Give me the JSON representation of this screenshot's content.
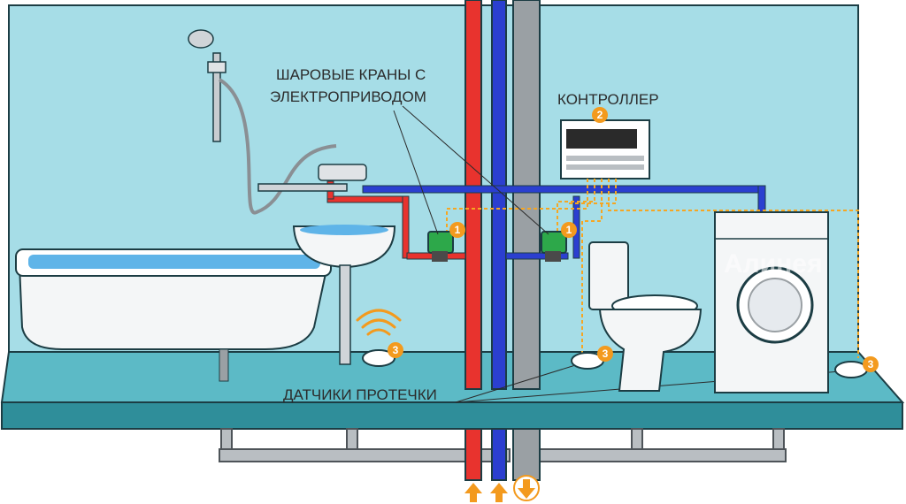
{
  "labels": {
    "valves": "ШАРОВЫЕ КРАНЫ С",
    "valves_line2": "ЭЛЕКТРОПРИВОДОМ",
    "controller": "КОНТРОЛЛЕР",
    "sensors": "ДАТЧИКИ ПРОТЕЧКИ"
  },
  "badges": {
    "valve_left": "1",
    "valve_right": "1",
    "controller": "2",
    "sensor_basin": "3",
    "sensor_toilet": "3",
    "sensor_washer": "3"
  },
  "watermark": "Алинея",
  "colors": {
    "wall": "#a6dde7",
    "floor": "#4fb3c0",
    "hot_pipe": "#e8332e",
    "cold_pipe": "#2b3fd0",
    "drain_pipe": "#9aa0a4",
    "signal_wire": "#f5a623",
    "badge": "#f39a1e",
    "water": "#5fb4e8"
  },
  "icons": {
    "flow_up_hot": "arrow-up-icon",
    "flow_up_cold": "arrow-up-icon",
    "flow_down_drain": "arrow-down-icon",
    "wireless": "wifi-signal-icon"
  }
}
